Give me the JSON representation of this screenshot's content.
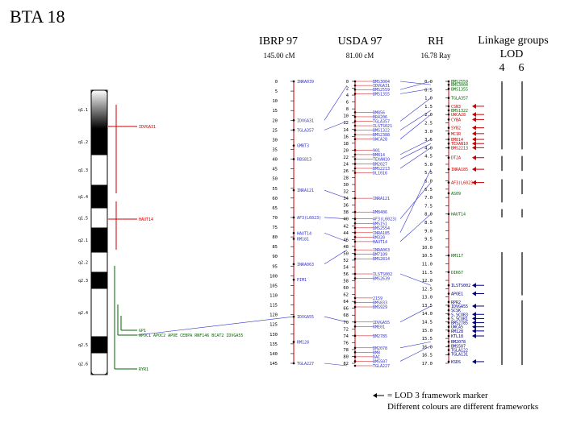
{
  "title": "BTA 18",
  "headers": {
    "ibrp": "IBRP 97",
    "ibrp_len": "145.00 cM",
    "usda": "USDA 97",
    "usda_len": "81.00 cM",
    "rh": "RH",
    "rh_len": "16.78 Ray",
    "linkage": "Linkage groups",
    "lod": "LOD",
    "lod4": "4",
    "lod6": "6"
  },
  "legend": {
    "arrow_text": "= LOD 3 framework marker",
    "colours_text": "Different colours are different frameworks"
  },
  "colors": {
    "green": "#006600",
    "red": "#cc0000",
    "blue": "#3333cc",
    "navy": "#000080"
  },
  "bands": [
    "q1.1",
    "q1.2",
    "q1.3",
    "q1.4",
    "q1.5",
    "q2.1",
    "q2.2",
    "q2.3",
    "q2.4",
    "q2.5",
    "q2.6"
  ],
  "cyto_markers": [
    {
      "label": "IDVGA31",
      "band": "q1.2"
    },
    {
      "label": "HAUT14",
      "band": "q2.1"
    },
    {
      "label": "GP1",
      "band": "q2.4"
    },
    {
      "label": "APOC1 APOC2 APOE CEBPA RNF146 BCAT2 IDVGA55",
      "band": "q2.5"
    },
    {
      "label": "RYR1",
      "band": "q2.6"
    }
  ],
  "ibrp_ticks": [
    "0",
    "5",
    "10",
    "15",
    "20",
    "25",
    "30",
    "35",
    "40",
    "45",
    "50",
    "55",
    "60",
    "65",
    "70",
    "75",
    "80",
    "85",
    "90",
    "95",
    "100",
    "105",
    "110",
    "115",
    "120",
    "125",
    "130",
    "135",
    "140",
    "145"
  ],
  "ibrp_markers": [
    {
      "name": "INRA039",
      "pos": 0
    },
    {
      "name": "IDVGA31",
      "pos": 20
    },
    {
      "name": "TGLA357",
      "pos": 25
    },
    {
      "name": "GMBT3",
      "pos": 33
    },
    {
      "name": "RBS813",
      "pos": 40
    },
    {
      "name": "INRA121",
      "pos": 56
    },
    {
      "name": "AF3(L6023)",
      "pos": 70
    },
    {
      "name": "HAUT14",
      "pos": 78
    },
    {
      "name": "RM181",
      "pos": 81
    },
    {
      "name": "INRA063",
      "pos": 94
    },
    {
      "name": "PIM1",
      "pos": 102
    },
    {
      "name": "IDVGA55",
      "pos": 121
    },
    {
      "name": "RM128",
      "pos": 134
    },
    {
      "name": "TGLA227",
      "pos": 145
    }
  ],
  "usda_ticks": [
    "0",
    "2",
    "4",
    "6",
    "8",
    "10",
    "12",
    "14",
    "16",
    "18",
    "20",
    "22",
    "24",
    "26",
    "28",
    "30",
    "32",
    "34",
    "36",
    "38",
    "40",
    "42",
    "44",
    "46",
    "48",
    "50",
    "52",
    "54",
    "56",
    "58",
    "60",
    "62",
    "64",
    "66",
    "68",
    "70",
    "72",
    "74",
    "76",
    "78",
    "80",
    "82"
  ],
  "usda_markers": [
    {
      "name": "BMS3004",
      "pos": 0
    },
    {
      "name": "IDVGA31",
      "pos": 1.2
    },
    {
      "name": "BMS2559",
      "pos": 2.4
    },
    {
      "name": "BMS1355",
      "pos": 3.6
    },
    {
      "name": "BM856",
      "pos": 9
    },
    {
      "name": "BR4206",
      "pos": 10.3
    },
    {
      "name": "TGLA357",
      "pos": 11.6
    },
    {
      "name": "ILSTS021",
      "pos": 12.9
    },
    {
      "name": "BMS1322",
      "pos": 14.2
    },
    {
      "name": "BMS2388",
      "pos": 15.5
    },
    {
      "name": "UWCA28",
      "pos": 16.8
    },
    {
      "name": "901",
      "pos": 20
    },
    {
      "name": "BM814",
      "pos": 21.3
    },
    {
      "name": "TEXAN10",
      "pos": 22.6
    },
    {
      "name": "BM2027",
      "pos": 24
    },
    {
      "name": "BMS2213",
      "pos": 25.3
    },
    {
      "name": "DL1016",
      "pos": 26.6
    },
    {
      "name": "INRA121",
      "pos": 34
    },
    {
      "name": "RM8406",
      "pos": 38
    },
    {
      "name": "AF3(L6023)",
      "pos": 40
    },
    {
      "name": "BMS151",
      "pos": 41.3
    },
    {
      "name": "BMS2554",
      "pos": 42.6
    },
    {
      "name": "INRA185",
      "pos": 44
    },
    {
      "name": "RM320",
      "pos": 45.3
    },
    {
      "name": "HAUT14",
      "pos": 46.6
    },
    {
      "name": "INRA063",
      "pos": 49
    },
    {
      "name": "BM7109",
      "pos": 50.3
    },
    {
      "name": "BMS2814",
      "pos": 51.6
    },
    {
      "name": "ILSTS002",
      "pos": 56
    },
    {
      "name": "BMS2639",
      "pos": 57.3
    },
    {
      "name": "2159",
      "pos": 63
    },
    {
      "name": "BMS833",
      "pos": 64.3
    },
    {
      "name": "BMS929",
      "pos": 65.6
    },
    {
      "name": "IDVGA55",
      "pos": 70
    },
    {
      "name": "RME01",
      "pos": 71.3
    },
    {
      "name": "BM2785",
      "pos": 74
    },
    {
      "name": "BM2078",
      "pos": 77.5
    },
    {
      "name": "BM8",
      "pos": 78.8
    },
    {
      "name": "DAC",
      "pos": 80.1
    },
    {
      "name": "BMS507",
      "pos": 81.4
    },
    {
      "name": "TGLA227",
      "pos": 82.7
    }
  ],
  "rh_ticks": [
    "0.0",
    "0.5",
    "1.0",
    "1.5",
    "2.0",
    "2.5",
    "3.0",
    "3.5",
    "4.0",
    "4.5",
    "5.0",
    "5.5",
    "6.0",
    "6.5",
    "7.0",
    "7.5",
    "8.0",
    "8.5",
    "9.0",
    "9.5",
    "10.0",
    "10.5",
    "11.0",
    "11.5",
    "12.0",
    "12.5",
    "13.0",
    "13.5",
    "14.0",
    "14.5",
    "15.0",
    "15.5",
    "16.0",
    "16.5",
    "17.0"
  ],
  "rh_markers": [
    {
      "name": "BMS2559",
      "pos": 0,
      "arrow": false,
      "color": "green"
    },
    {
      "name": "BMS3004",
      "pos": 0.2,
      "arrow": false,
      "color": "green"
    },
    {
      "name": "BMS1355",
      "pos": 0.45,
      "arrow": false,
      "color": "green"
    },
    {
      "name": "TGLA357",
      "pos": 1.0,
      "arrow": false,
      "color": "green"
    },
    {
      "name": "CSN3",
      "pos": 1.5,
      "arrow": true,
      "color": "red"
    },
    {
      "name": "BMS1322",
      "pos": 1.75,
      "arrow": false,
      "color": "green"
    },
    {
      "name": "UWCA28",
      "pos": 2.0,
      "arrow": true,
      "color": "red"
    },
    {
      "name": "CYBA",
      "pos": 2.3,
      "arrow": true,
      "color": "red"
    },
    {
      "name": "SYB2",
      "pos": 2.8,
      "arrow": true,
      "color": "red"
    },
    {
      "name": "MC1R",
      "pos": 3.15,
      "arrow": true,
      "color": "red"
    },
    {
      "name": "BM814",
      "pos": 3.5,
      "arrow": true,
      "color": "red"
    },
    {
      "name": "TEXAN10",
      "pos": 3.75,
      "arrow": true,
      "color": "red"
    },
    {
      "name": "BMS2213",
      "pos": 4.0,
      "arrow": true,
      "color": "red"
    },
    {
      "name": "DT2A",
      "pos": 4.6,
      "arrow": true,
      "color": "red"
    },
    {
      "name": "INRA185",
      "pos": 5.3,
      "arrow": true,
      "color": "red"
    },
    {
      "name": "AF3(L6023)",
      "pos": 6.1,
      "arrow": true,
      "color": "red"
    },
    {
      "name": "AS09",
      "pos": 6.75,
      "arrow": false,
      "color": "green"
    },
    {
      "name": "HAUT14",
      "pos": 8.0,
      "arrow": false,
      "color": "green"
    },
    {
      "name": "RM117",
      "pos": 10.5,
      "arrow": false,
      "color": "green"
    },
    {
      "name": "DIK67",
      "pos": 11.5,
      "arrow": false,
      "color": "green"
    },
    {
      "name": "ILSTS002",
      "pos": 12.3,
      "arrow": true,
      "color": "navy"
    },
    {
      "name": "APOE1",
      "pos": 12.8,
      "arrow": true,
      "color": "navy"
    },
    {
      "name": "RPR2",
      "pos": 13.3,
      "arrow": false,
      "color": "navy"
    },
    {
      "name": "IDVGA55",
      "pos": 13.55,
      "arrow": true,
      "color": "navy"
    },
    {
      "name": "SCSK",
      "pos": 13.8,
      "arrow": false,
      "color": "navy"
    },
    {
      "name": "S.SCOR3",
      "pos": 14.05,
      "arrow": true,
      "color": "navy"
    },
    {
      "name": "S.SCOR1",
      "pos": 14.3,
      "arrow": true,
      "color": "navy"
    },
    {
      "name": "BMS2785",
      "pos": 14.55,
      "arrow": true,
      "color": "navy"
    },
    {
      "name": "UWCA5",
      "pos": 14.8,
      "arrow": true,
      "color": "navy"
    },
    {
      "name": "RM128",
      "pos": 15.05,
      "arrow": true,
      "color": "navy"
    },
    {
      "name": "KTL18",
      "pos": 15.35,
      "arrow": true,
      "color": "navy"
    },
    {
      "name": "BM2078",
      "pos": 15.7,
      "arrow": false,
      "color": "navy"
    },
    {
      "name": "BMS507",
      "pos": 15.95,
      "arrow": false,
      "color": "navy"
    },
    {
      "name": "TGLA122",
      "pos": 16.2,
      "arrow": false,
      "color": "navy"
    },
    {
      "name": "TGLA131",
      "pos": 16.45,
      "arrow": false,
      "color": "navy"
    },
    {
      "name": "KSDS",
      "pos": 16.9,
      "arrow": true,
      "color": "navy"
    }
  ],
  "ibrp_usda_links": [
    [
      "IDVGA31",
      "IDVGA31"
    ],
    [
      "TGLA357",
      "TGLA357"
    ],
    [
      "INRA121",
      "INRA121"
    ],
    [
      "AF3(L6023)",
      "AF3(L6023)"
    ],
    [
      "HAUT14",
      "HAUT14"
    ],
    [
      "INRA063",
      "INRA063"
    ],
    [
      "IDVGA55",
      "IDVGA55"
    ],
    [
      "TGLA227",
      "TGLA227"
    ]
  ],
  "usda_rh_links": [
    [
      "BMS3004",
      "BMS3004"
    ],
    [
      "BMS2559",
      "BMS2559"
    ],
    [
      "BMS1355",
      "BMS1355"
    ],
    [
      "TGLA357",
      "TGLA357"
    ],
    [
      "BMS1322",
      "BMS1322"
    ],
    [
      "UWCA28",
      "UWCA28"
    ],
    [
      "BM814",
      "BM814"
    ],
    [
      "TEXAN10",
      "TEXAN10"
    ],
    [
      "BMS2213",
      "BMS2213"
    ],
    [
      "INRA185",
      "INRA185"
    ],
    [
      "AF3(L6023)",
      "AF3(L6023)"
    ],
    [
      "HAUT14",
      "HAUT14"
    ],
    [
      "ILSTS002",
      "ILSTS002"
    ],
    [
      "IDVGA55",
      "IDVGA55"
    ],
    [
      "BMS2785",
      "BMS2785"
    ],
    [
      "BM2078",
      "BM2078"
    ],
    [
      "BMS507",
      "BMS507"
    ]
  ],
  "linkage_groups": {
    "lod4": [
      [
        0.0,
        4.1
      ],
      [
        4.5,
        5.4
      ],
      [
        5.9,
        7.3
      ],
      [
        7.7,
        8.2
      ],
      [
        10.3,
        17.1
      ]
    ],
    "lod6": [
      [
        0.0,
        4.1
      ],
      [
        4.5,
        5.4
      ],
      [
        5.9,
        6.8
      ],
      [
        7.7,
        8.2
      ],
      [
        10.3,
        12.9
      ],
      [
        13.2,
        17.1
      ]
    ]
  }
}
